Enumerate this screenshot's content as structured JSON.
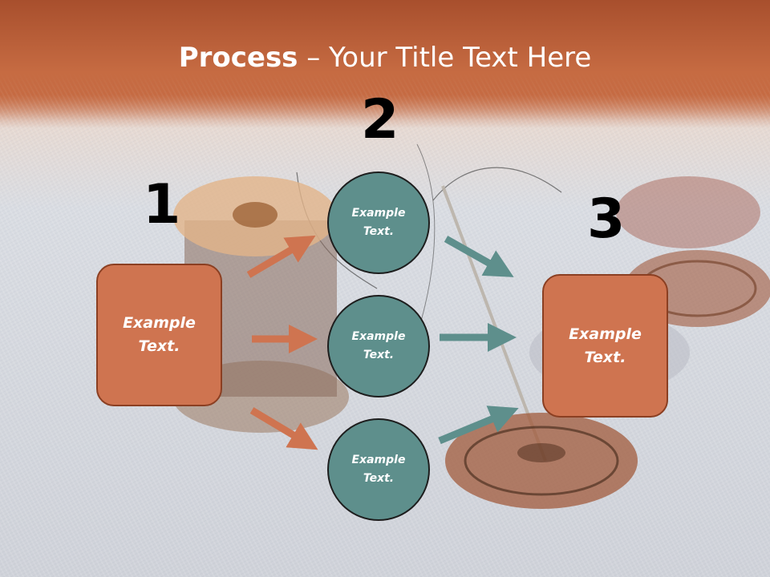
{
  "title": {
    "bold": "Process",
    "rest": " – Your Title Text Here"
  },
  "steps": [
    {
      "number": "1",
      "text_line1": "Example",
      "text_line2": "Text."
    },
    {
      "number": "2"
    },
    {
      "number": "3",
      "text_line1": "Example",
      "text_line2": "Text."
    }
  ],
  "circles": [
    {
      "line1": "Example",
      "line2": "Text."
    },
    {
      "line1": "Example",
      "line2": "Text."
    },
    {
      "line1": "Example",
      "line2": "Text."
    }
  ],
  "colors": {
    "orange": "#cf7450",
    "teal": "#5e8f8c",
    "header": "#c1643a"
  }
}
